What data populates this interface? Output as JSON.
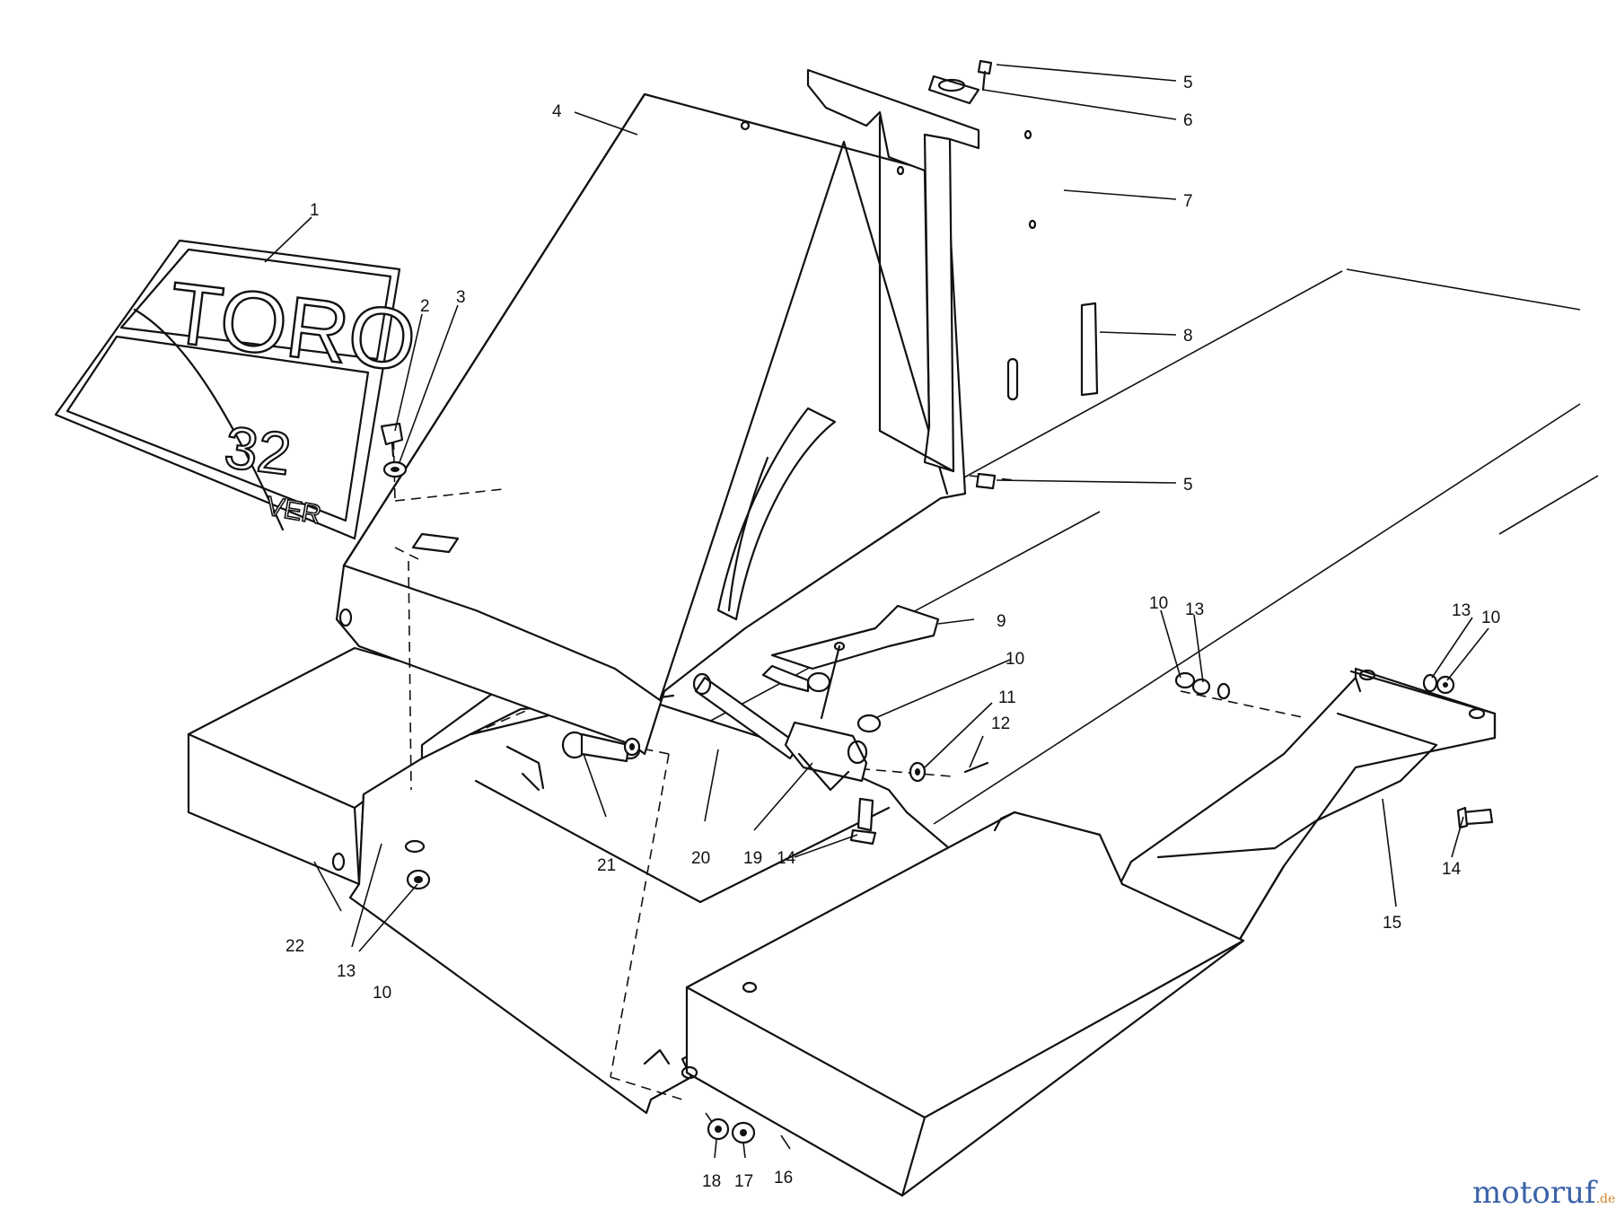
{
  "diagram": {
    "decal": {
      "brand": "TORO",
      "model": "32",
      "suffix": "VER"
    },
    "callouts": [
      "1",
      "2",
      "3",
      "4",
      "5",
      "6",
      "7",
      "8",
      "9",
      "10",
      "11",
      "12",
      "13",
      "14",
      "15",
      "16",
      "17",
      "18",
      "19",
      "20",
      "21",
      "22"
    ],
    "watermark": {
      "main": "motoruf",
      "tld": ".de"
    }
  }
}
